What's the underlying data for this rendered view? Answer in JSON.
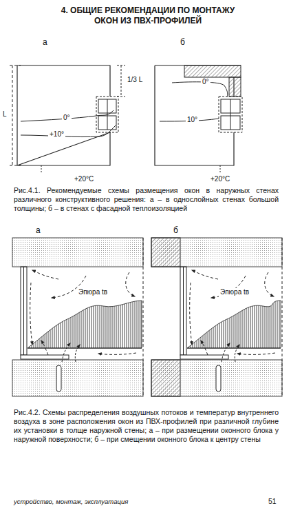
{
  "diagram": {
    "title": "4. ОБЩИЕ РЕКОМЕНДАЦИИ ПО МОНТАЖУ ОКОН ИЗ ПВХ-ПРОФИЛЕЙ",
    "labels": [
      "а",
      "б",
      "1/3 L",
      "L",
      "0°",
      "+10°",
      "+20°C",
      "0°",
      "10°",
      "+20°C",
      "Рис.4.1. Рекомендуемые схемы размещения окон в наружных стенах различного конструктивного решения: а – в однослойных стенах большой толщины; б – в стенах с фасадной теплоизоляцией",
      "а",
      "б",
      "Эпюра tв",
      "Эпюра tв",
      "Рис.4.2. Схемы распределения воздушных потоков и температур внутреннего воздуха в зоне расположения окон из ПВХ-профилей при различной глубине их установки в толще наружной стены; а – при размещении оконного блока у наружной поверхности; б – при смещении оконного блока к центру стены",
      "устройство, монтаж, эксплуатация",
      "51"
    ]
  }
}
